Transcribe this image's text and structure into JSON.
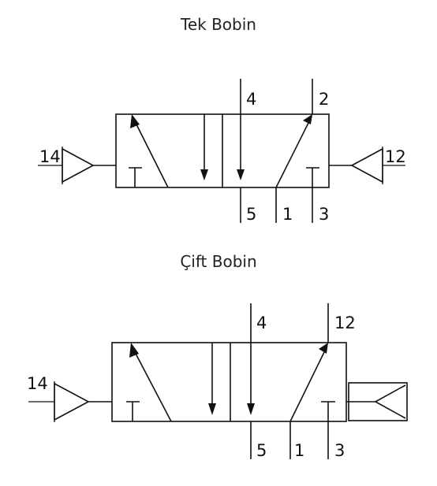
{
  "diagrams": [
    {
      "title": "Tek Bobin",
      "port_labels": {
        "pilot_left": "14",
        "pilot_right": "12",
        "top_left": "4",
        "top_right": "2",
        "bottom_left": "5",
        "bottom_middle": "1",
        "bottom_right": "3"
      }
    },
    {
      "title": "Çift Bobin",
      "port_labels": {
        "pilot_left": "14",
        "top_left": "4",
        "top_right": "12",
        "bottom_left": "5",
        "bottom_middle": "1",
        "bottom_right": "3"
      }
    }
  ],
  "colors": {
    "line": "#111111",
    "background": "#ffffff",
    "title": "#222222"
  }
}
